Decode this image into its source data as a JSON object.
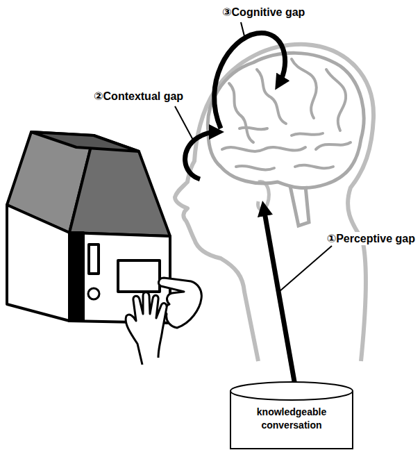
{
  "diagram": {
    "nodes": [
      {
        "text": [
          "knowledgeable conversation"
        ]
      }
    ],
    "labels": [
      "③Cognitive gap",
      "②Contextual gap",
      "①Perceptive gap"
    ]
  }
}
